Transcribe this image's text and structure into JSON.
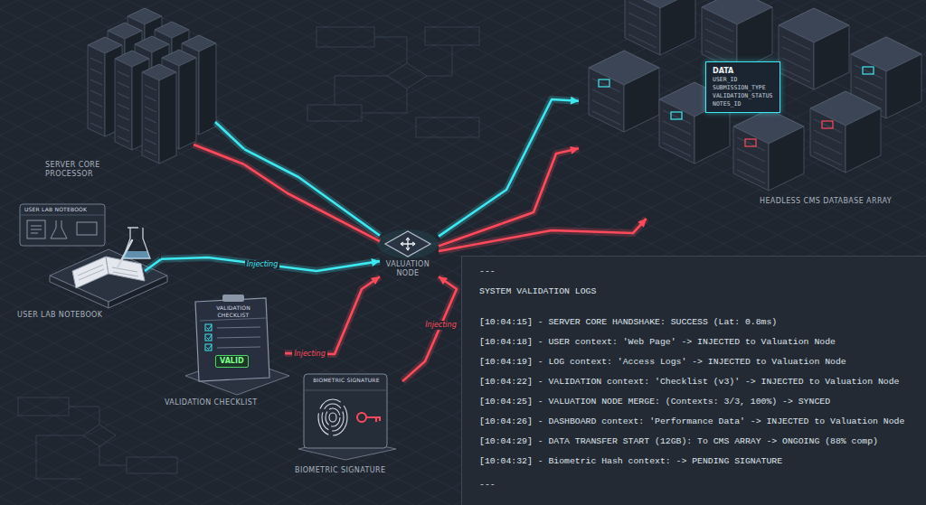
{
  "diagram": {
    "nodes": [
      {
        "text": [
          "SERVER CORE PROCESSOR"
        ]
      },
      {
        "text": [
          "HEADLESS CMS DATABASE ARRAY"
        ]
      },
      {
        "text": [
          "DATA",
          "USER_ID",
          "SUBMISSION_TYPE",
          "VALIDATION_STATUS",
          "NOTES_ID"
        ],
        "in": 1
      },
      {
        "text": [
          "USER LAB NOTEBOOK",
          "USER LAB NOTEBOOK"
        ]
      },
      {
        "text": [
          "VALUATION NODE"
        ]
      },
      {
        "text": [
          "VALIDATION CHECKLIST",
          "VALID",
          "VALIDATION CHECKLIST"
        ]
      },
      {
        "text": [
          "BIOMETRIC SIGNATURE",
          "BIOMETRIC SIGNATURE"
        ]
      },
      {
        "text": [
          "---",
          "SYSTEM VALIDATION LOGS",
          "[10:04:15] - SERVER CORE HANDSHAKE: SUCCESS (Lat: 0.8ms)",
          "[10:04:18] - USER context: 'Web Page' -> INJECTED to Valuation Node",
          "[10:04:19] - LOG context: 'Access Logs' -> INJECTED to Valuation Node",
          "[10:04:22] - VALIDATION context: 'Checklist (v3)' -> INJECTED to Valuation Node",
          "[10:04:25] - VALUATION NODE MERGE: (Contexts: 3/3, 100%) -> SYNCED",
          "[10:04:26] - DASHBOARD context: 'Performance Data' -> INJECTED to Valuation Node",
          "[10:04:29] - DATA TRANSFER START (12GB): To CMS ARRAY -> ONGOING (88% comp)",
          "[10:04:32] - Biometric Hash context: -> PENDING SIGNATURE",
          "---"
        ]
      }
    ],
    "edges": [
      {
        "from": 0,
        "to": 4,
        "arrow": "none"
      },
      {
        "from": 0,
        "to": 4,
        "arrow": "none"
      },
      {
        "from": 3,
        "to": 4,
        "label": "Injecting",
        "arrow": "to"
      },
      {
        "from": 5,
        "to": 4,
        "label": "Injecting",
        "arrow": "to"
      },
      {
        "from": 6,
        "to": 4,
        "label": "Injecting",
        "arrow": "to"
      },
      {
        "from": 4,
        "to": 1,
        "arrow": "to"
      },
      {
        "from": 4,
        "to": 1,
        "arrow": "to"
      },
      {
        "from": 4,
        "to": 1,
        "arrow": "to"
      }
    ]
  }
}
